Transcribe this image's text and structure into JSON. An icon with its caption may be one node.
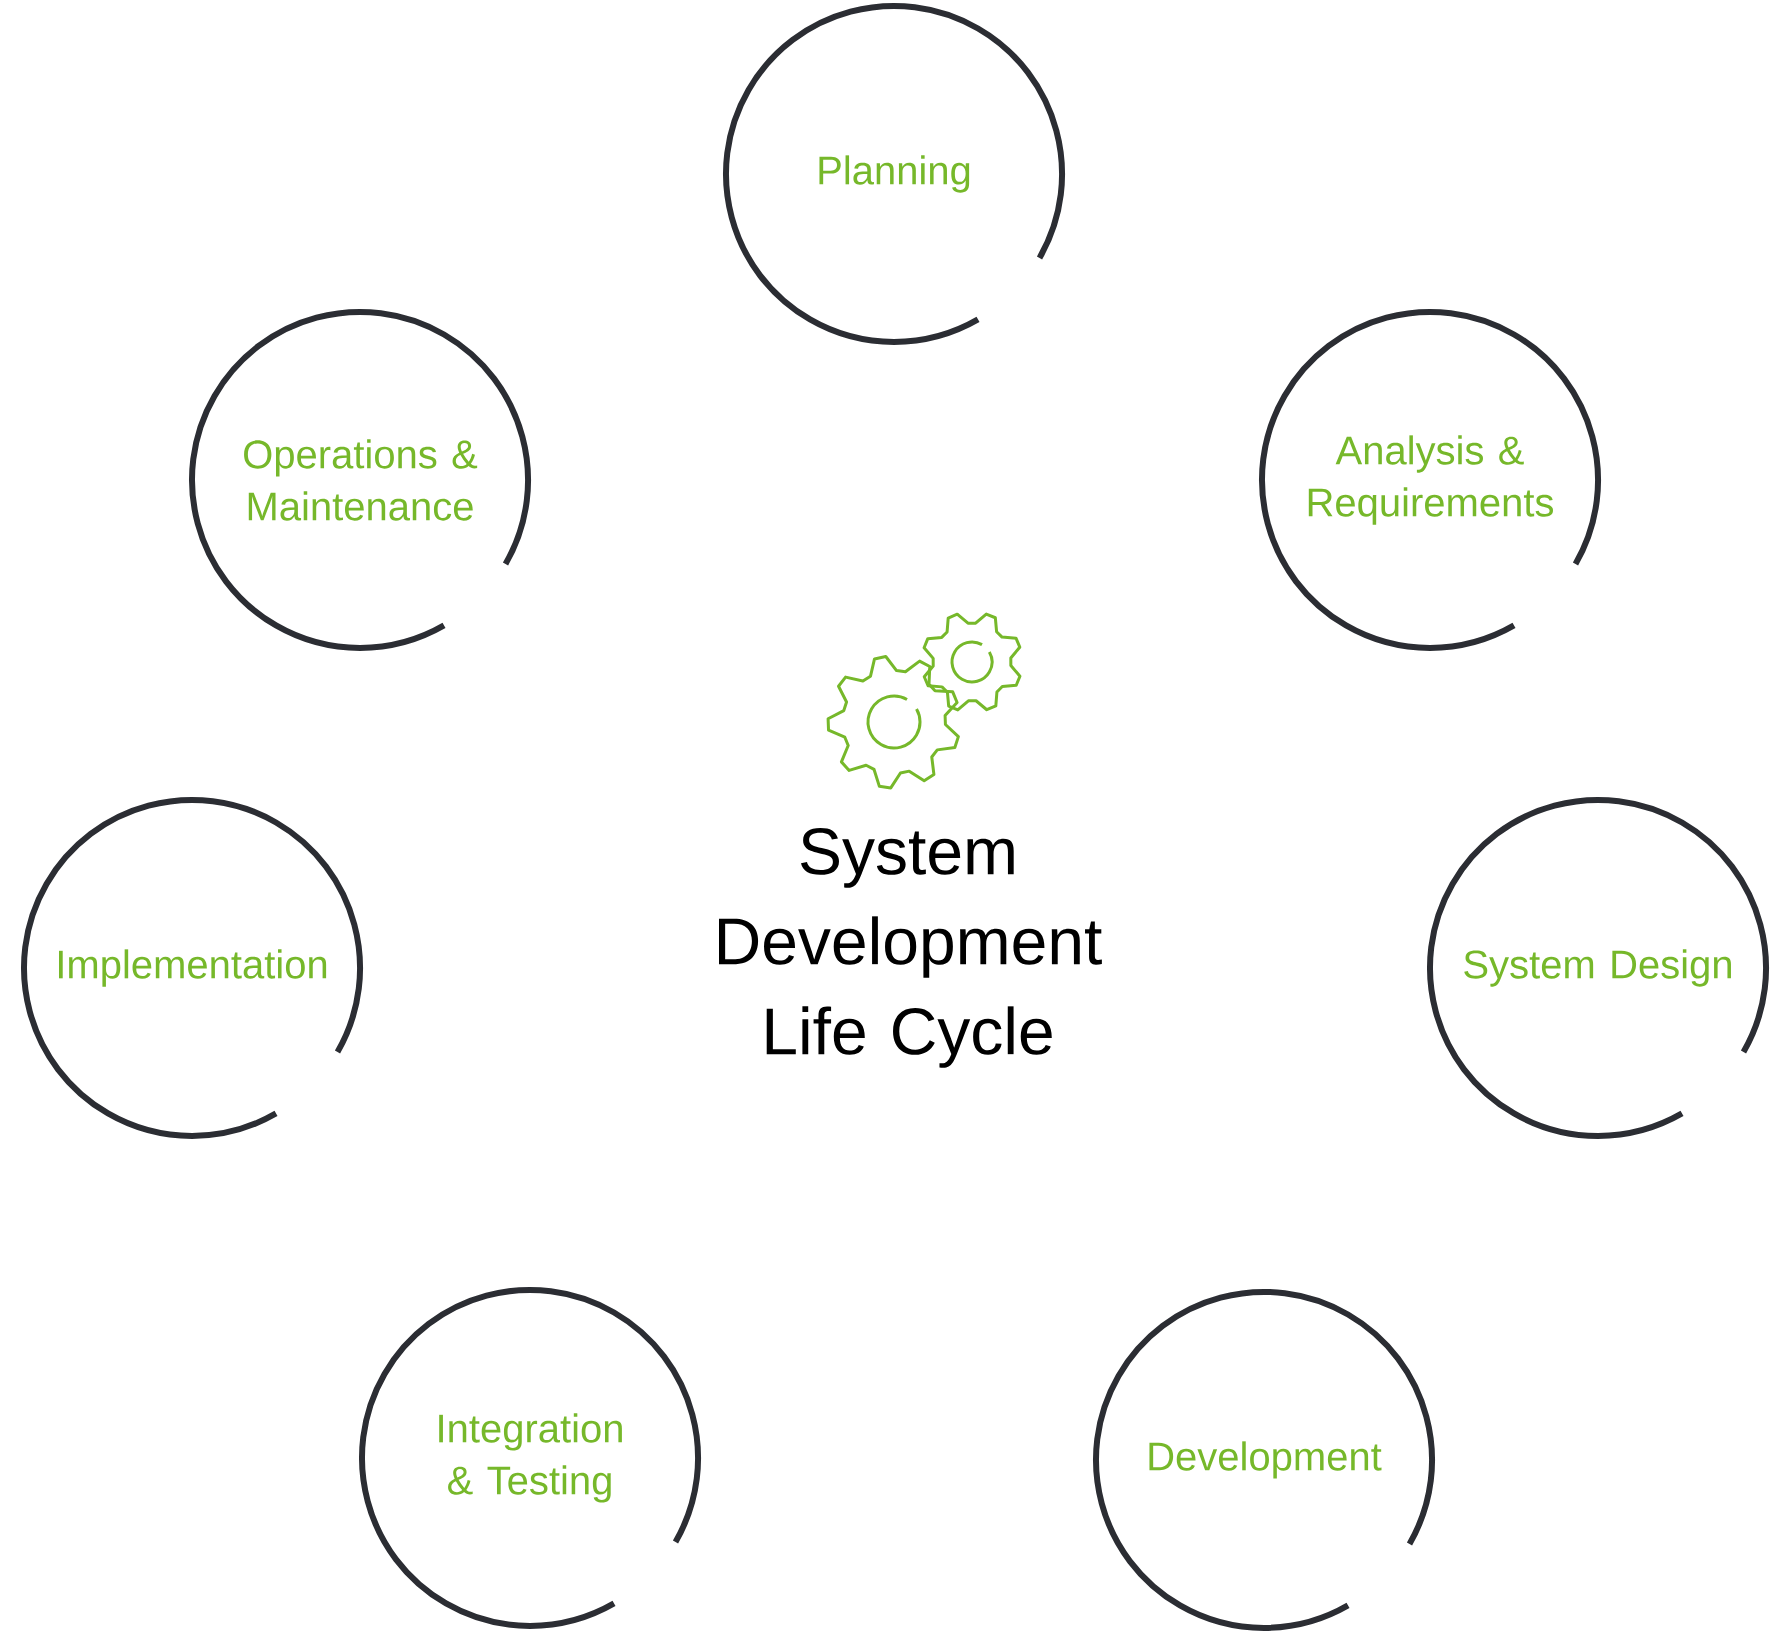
{
  "diagram": {
    "title": "System Development Life Cycle",
    "nodes": [
      {
        "text": [
          "Planning"
        ]
      },
      {
        "text": [
          "Analysis & Requirements"
        ]
      },
      {
        "text": [
          "System Design"
        ]
      },
      {
        "text": [
          "Development"
        ]
      },
      {
        "text": [
          "Integration & Testing"
        ]
      },
      {
        "text": [
          "Implementation"
        ]
      },
      {
        "text": [
          "Operations & Maintenance"
        ]
      }
    ]
  }
}
